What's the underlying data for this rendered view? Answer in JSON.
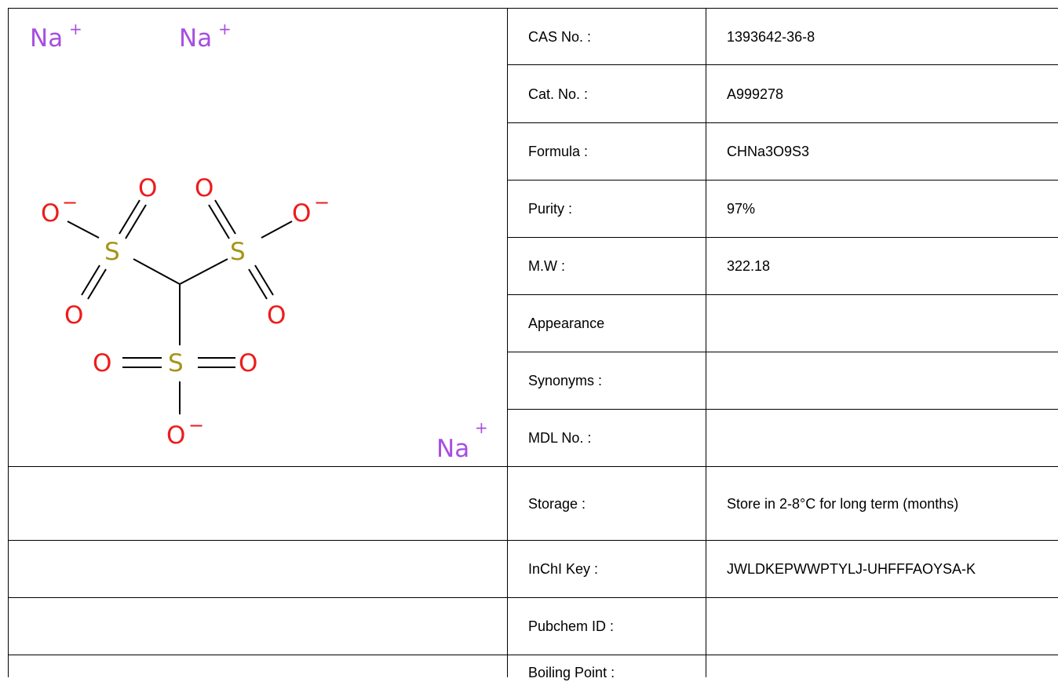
{
  "molecule": {
    "atoms": {
      "na_label": "Na",
      "plus": "+",
      "o_label": "O",
      "minus": "−",
      "s_label": "S"
    },
    "colors": {
      "na": "#A74FE0",
      "o": "#EE1B1B",
      "s": "#A59417",
      "bond": "#000000"
    }
  },
  "properties": [
    {
      "label": "CAS No. :",
      "value": "1393642-36-8"
    },
    {
      "label": "Cat. No. :",
      "value": "A999278"
    },
    {
      "label": "Formula :",
      "value": "CHNa3O9S3"
    },
    {
      "label": "Purity :",
      "value": "97%"
    },
    {
      "label": "M.W :",
      "value": "322.18"
    },
    {
      "label": "Appearance",
      "value": ""
    },
    {
      "label": "Synonyms :",
      "value": ""
    },
    {
      "label": "MDL No. :",
      "value": ""
    },
    {
      "label": "Storage :",
      "value": "Store in 2-8°C for long term (months)"
    },
    {
      "label": "InChI Key :",
      "value": "JWLDKEPWWPTYLJ-UHFFFAOYSA-K"
    },
    {
      "label": "Pubchem ID :",
      "value": ""
    },
    {
      "label": "Boiling Point :",
      "value": ""
    }
  ]
}
